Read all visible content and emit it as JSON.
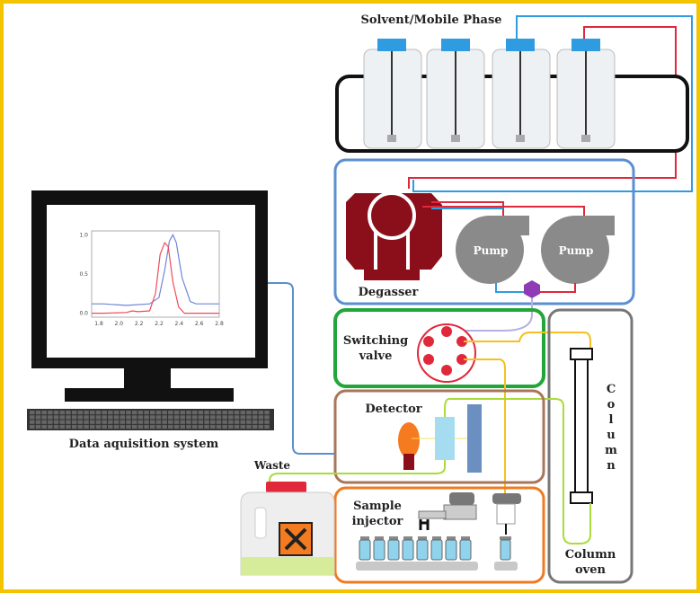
{
  "labels": {
    "solvent": "Solvent/Mobile Phase",
    "degasser": "Degasser",
    "pump_left": "Pump",
    "pump_right": "Pump",
    "switching_valve_line1": "Switching",
    "switching_valve_line2": "valve",
    "detector": "Detector",
    "sample_injector_line1": "Sample",
    "sample_injector_line2": "injector",
    "column_letters": [
      "C",
      "o",
      "l",
      "u",
      "m",
      "n"
    ],
    "column_oven_line1": "Column",
    "column_oven_line2": "oven",
    "waste": "Waste",
    "data_system": "Data aquisition system"
  },
  "colors": {
    "frame": "#f2c500",
    "pump_box": "#5b8fd0",
    "valve_box": "#22a63a",
    "detector_box": "#a8765a",
    "injector_box": "#f07a22",
    "column_box": "#777777",
    "degasser": "#8b0f1a",
    "pump": "#8a8a8a",
    "hexagon": "#8e3bb5",
    "tube_blue": "#2f9be0",
    "tube_red": "#e0283a",
    "tube_yellow": "#f5c020",
    "tube_green": "#a9dc3a",
    "lamp": "#f47b20",
    "flow_cell": "#a6dcef",
    "photodiode": "#6a8fc0"
  },
  "chart_data": {
    "type": "line",
    "x_ticks": [
      "1.8",
      "2.0",
      "2.2",
      "2.2",
      "2.4",
      "2.6",
      "2.8"
    ],
    "y_ticks": [
      "0.0",
      "0.5",
      "1.0"
    ],
    "xlim": [
      1.7,
      2.8
    ],
    "ylim": [
      -0.05,
      1.05
    ],
    "series": [
      {
        "color": "#6f86d6",
        "x": [
          1.7,
          1.8,
          2.0,
          2.2,
          2.28,
          2.33,
          2.37,
          2.4,
          2.43,
          2.48,
          2.55,
          2.6,
          2.8
        ],
        "y": [
          0.12,
          0.12,
          0.1,
          0.12,
          0.2,
          0.55,
          0.92,
          1.0,
          0.9,
          0.45,
          0.15,
          0.12,
          0.12
        ]
      },
      {
        "color": "#ee4b5a",
        "x": [
          1.7,
          1.8,
          2.0,
          2.05,
          2.1,
          2.2,
          2.25,
          2.29,
          2.33,
          2.36,
          2.4,
          2.45,
          2.5,
          2.8
        ],
        "y": [
          0.0,
          0.0,
          0.01,
          0.03,
          0.02,
          0.03,
          0.25,
          0.75,
          0.9,
          0.85,
          0.4,
          0.08,
          0.0,
          0.0
        ]
      }
    ]
  }
}
